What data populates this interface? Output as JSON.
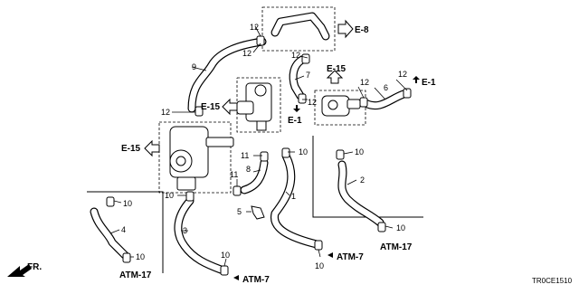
{
  "diagram": {
    "code": "TR0CE1510",
    "front_label": "FR.",
    "refs": {
      "e8": "E-8",
      "e15_a": "E-15",
      "e15_b": "E-15",
      "e15_c": "E-15",
      "e1_a": "E-1",
      "e1_b": "E-1",
      "atm17_a": "ATM-17",
      "atm17_b": "ATM-17",
      "atm7_a": "ATM-7",
      "atm7_b": "ATM-7"
    },
    "callouts": {
      "c12_top": "12",
      "c12_mid": "12",
      "c12_center": "12",
      "c12_right": "12",
      "c12_farright": "12",
      "c12_left": "12",
      "c9": "9",
      "c7": "7",
      "c6": "6",
      "c11_a": "11",
      "c11_b": "11",
      "c8": "8",
      "c10_a": "10",
      "c10_b": "10",
      "c10_c": "10",
      "c10_d": "10",
      "c10_e": "10",
      "c10_f": "10",
      "c10_g": "10",
      "c10_h": "10",
      "c1": "1",
      "c2": "2",
      "c3": "3",
      "c4": "4",
      "c5": "5"
    }
  }
}
